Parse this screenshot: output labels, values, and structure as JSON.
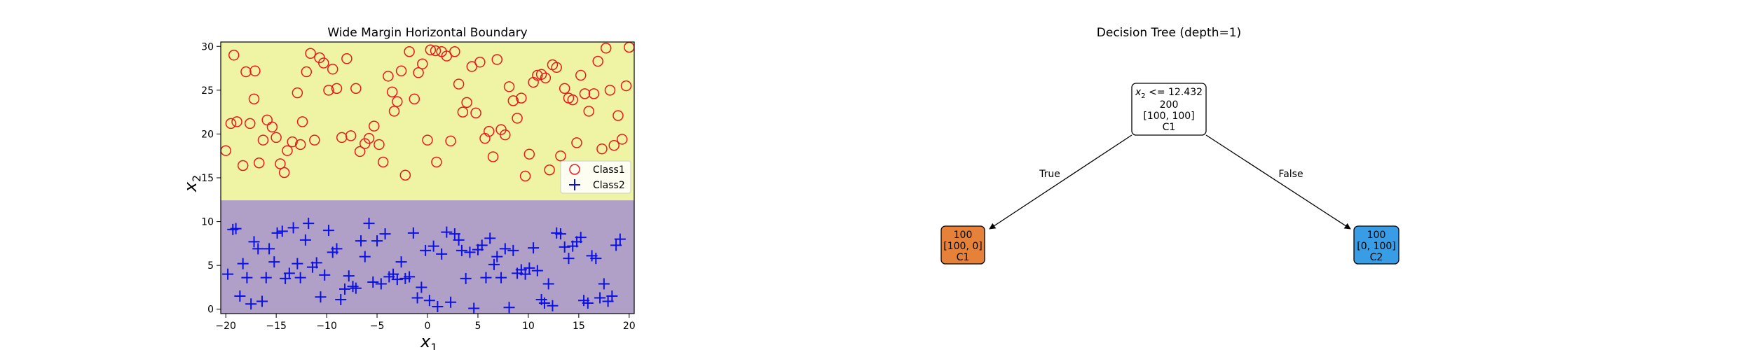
{
  "chart_data": [
    {
      "type": "scatter",
      "title": "Wide Margin Horizontal Boundary",
      "xlabel_main": "x",
      "xlabel_sub": "1",
      "ylabel_main": "x",
      "ylabel_sub": "2",
      "xlim": [
        -20.5,
        20.5
      ],
      "ylim": [
        -0.5,
        30.5
      ],
      "xticks": [
        -20,
        -15,
        -10,
        -5,
        0,
        5,
        10,
        15,
        20
      ],
      "yticks": [
        0,
        5,
        10,
        15,
        20,
        25,
        30
      ],
      "decision_boundary_y": 12.432,
      "region_colors": {
        "upper": "#eef4a4",
        "lower": "#b09fc6"
      },
      "legend_position": "center-right",
      "series": [
        {
          "name": "Class1",
          "marker": "circle-open",
          "color": "#e8191c",
          "points": [
            [
              -19.2,
              29.0
            ],
            [
              -18.9,
              21.4
            ],
            [
              -18.3,
              16.4
            ],
            [
              -18.0,
              27.1
            ],
            [
              -17.6,
              21.2
            ],
            [
              -17.1,
              27.2
            ],
            [
              -16.7,
              16.7
            ],
            [
              -16.3,
              19.3
            ],
            [
              -15.9,
              21.6
            ],
            [
              -15.4,
              20.8
            ],
            [
              -15.0,
              19.6
            ],
            [
              -14.6,
              16.6
            ],
            [
              -14.2,
              15.6
            ],
            [
              -13.9,
              18.1
            ],
            [
              -13.4,
              19.1
            ],
            [
              -12.9,
              24.7
            ],
            [
              -12.4,
              21.4
            ],
            [
              -12.0,
              27.1
            ],
            [
              -11.6,
              29.2
            ],
            [
              -11.2,
              19.3
            ],
            [
              -10.7,
              28.7
            ],
            [
              -10.3,
              28.1
            ],
            [
              -9.8,
              25.0
            ],
            [
              -9.4,
              27.4
            ],
            [
              -9.0,
              25.2
            ],
            [
              -8.5,
              19.6
            ],
            [
              -8.0,
              28.6
            ],
            [
              -7.6,
              19.8
            ],
            [
              -7.1,
              25.2
            ],
            [
              -6.7,
              18.0
            ],
            [
              -6.2,
              18.9
            ],
            [
              -5.8,
              19.5
            ],
            [
              -5.3,
              20.9
            ],
            [
              -4.8,
              18.8
            ],
            [
              -4.4,
              16.8
            ],
            [
              -3.9,
              26.6
            ],
            [
              -3.5,
              24.8
            ],
            [
              -3.0,
              23.7
            ],
            [
              -2.6,
              27.2
            ],
            [
              -2.2,
              15.3
            ],
            [
              -1.8,
              29.4
            ],
            [
              -1.3,
              24.0
            ],
            [
              -0.9,
              27.0
            ],
            [
              -0.5,
              28.0
            ],
            [
              0.0,
              19.3
            ],
            [
              0.3,
              29.6
            ],
            [
              0.8,
              29.5
            ],
            [
              0.9,
              16.8
            ],
            [
              1.4,
              29.4
            ],
            [
              1.9,
              28.9
            ],
            [
              2.3,
              19.2
            ],
            [
              2.7,
              29.4
            ],
            [
              3.1,
              25.7
            ],
            [
              3.5,
              22.5
            ],
            [
              3.9,
              23.6
            ],
            [
              4.4,
              27.7
            ],
            [
              4.8,
              22.4
            ],
            [
              5.2,
              28.2
            ],
            [
              5.7,
              19.5
            ],
            [
              6.1,
              20.3
            ],
            [
              6.5,
              17.4
            ],
            [
              6.9,
              28.5
            ],
            [
              7.3,
              20.5
            ],
            [
              7.7,
              19.9
            ],
            [
              8.1,
              25.4
            ],
            [
              8.5,
              23.8
            ],
            [
              8.9,
              21.8
            ],
            [
              9.3,
              24.1
            ],
            [
              9.7,
              15.2
            ],
            [
              10.1,
              17.7
            ],
            [
              10.5,
              25.9
            ],
            [
              10.9,
              26.7
            ],
            [
              11.3,
              26.8
            ],
            [
              11.7,
              26.4
            ],
            [
              12.1,
              15.9
            ],
            [
              12.4,
              27.9
            ],
            [
              12.8,
              27.6
            ],
            [
              13.2,
              17.5
            ],
            [
              13.6,
              25.2
            ],
            [
              14.0,
              24.1
            ],
            [
              14.4,
              23.9
            ],
            [
              14.8,
              19.0
            ],
            [
              15.2,
              26.7
            ],
            [
              15.6,
              24.6
            ],
            [
              16.0,
              22.6
            ],
            [
              16.5,
              24.6
            ],
            [
              16.9,
              28.3
            ],
            [
              17.3,
              18.3
            ],
            [
              17.7,
              29.8
            ],
            [
              18.1,
              25.0
            ],
            [
              18.5,
              18.7
            ],
            [
              18.9,
              22.1
            ],
            [
              19.3,
              19.4
            ],
            [
              19.7,
              25.5
            ],
            [
              20.0,
              29.9
            ],
            [
              -20.0,
              18.1
            ],
            [
              -19.5,
              21.2
            ],
            [
              -17.2,
              24.0
            ],
            [
              -12.6,
              18.8
            ],
            [
              -3.3,
              22.6
            ]
          ]
        },
        {
          "name": "Class2",
          "marker": "plus",
          "color": "#0a10e6",
          "points": [
            [
              -19.8,
              4.0
            ],
            [
              -19.3,
              9.1
            ],
            [
              -19.0,
              9.2
            ],
            [
              -18.6,
              1.5
            ],
            [
              -18.3,
              5.2
            ],
            [
              -17.9,
              3.6
            ],
            [
              -17.5,
              0.6
            ],
            [
              -17.2,
              7.7
            ],
            [
              -16.8,
              6.9
            ],
            [
              -16.4,
              0.9
            ],
            [
              -16.0,
              3.6
            ],
            [
              -15.7,
              6.9
            ],
            [
              -15.2,
              5.4
            ],
            [
              -14.9,
              8.7
            ],
            [
              -14.4,
              8.9
            ],
            [
              -14.1,
              3.5
            ],
            [
              -13.7,
              4.1
            ],
            [
              -13.3,
              9.3
            ],
            [
              -12.9,
              5.2
            ],
            [
              -12.6,
              3.6
            ],
            [
              -12.1,
              7.9
            ],
            [
              -11.8,
              9.8
            ],
            [
              -11.4,
              4.8
            ],
            [
              -11.0,
              5.3
            ],
            [
              -10.6,
              1.4
            ],
            [
              -10.2,
              3.9
            ],
            [
              -9.8,
              9.0
            ],
            [
              -9.4,
              6.5
            ],
            [
              -9.0,
              6.9
            ],
            [
              -8.6,
              1.1
            ],
            [
              -8.2,
              2.3
            ],
            [
              -7.8,
              3.8
            ],
            [
              -7.4,
              2.6
            ],
            [
              -7.1,
              2.4
            ],
            [
              -6.6,
              7.8
            ],
            [
              -6.2,
              6.0
            ],
            [
              -5.8,
              9.8
            ],
            [
              -5.4,
              3.1
            ],
            [
              -5.0,
              7.8
            ],
            [
              -4.6,
              2.9
            ],
            [
              -4.2,
              8.6
            ],
            [
              -3.8,
              3.7
            ],
            [
              -3.4,
              4.0
            ],
            [
              -3.0,
              3.4
            ],
            [
              -2.6,
              5.4
            ],
            [
              -2.2,
              3.5
            ],
            [
              -1.8,
              3.7
            ],
            [
              -1.4,
              8.7
            ],
            [
              -1.0,
              1.3
            ],
            [
              -0.6,
              2.5
            ],
            [
              -0.2,
              6.7
            ],
            [
              0.2,
              1.0
            ],
            [
              0.6,
              7.2
            ],
            [
              1.0,
              0.3
            ],
            [
              1.4,
              6.3
            ],
            [
              1.9,
              8.8
            ],
            [
              2.3,
              0.8
            ],
            [
              2.7,
              8.6
            ],
            [
              3.1,
              7.9
            ],
            [
              3.4,
              6.7
            ],
            [
              3.8,
              3.5
            ],
            [
              4.2,
              6.5
            ],
            [
              4.6,
              0.1
            ],
            [
              5.0,
              6.8
            ],
            [
              5.4,
              7.3
            ],
            [
              5.8,
              3.6
            ],
            [
              6.2,
              8.1
            ],
            [
              6.6,
              5.1
            ],
            [
              6.9,
              6.0
            ],
            [
              7.3,
              3.6
            ],
            [
              7.7,
              6.9
            ],
            [
              8.1,
              0.2
            ],
            [
              8.5,
              6.7
            ],
            [
              8.9,
              4.1
            ],
            [
              9.3,
              4.5
            ],
            [
              9.7,
              4.0
            ],
            [
              10.1,
              4.7
            ],
            [
              10.5,
              7.0
            ],
            [
              10.9,
              4.4
            ],
            [
              11.3,
              1.1
            ],
            [
              11.6,
              0.7
            ],
            [
              12.0,
              2.9
            ],
            [
              12.4,
              0.4
            ],
            [
              12.8,
              8.7
            ],
            [
              13.2,
              8.6
            ],
            [
              13.6,
              7.1
            ],
            [
              14.0,
              5.8
            ],
            [
              14.4,
              7.2
            ],
            [
              14.8,
              7.7
            ],
            [
              15.2,
              8.2
            ],
            [
              15.5,
              1.0
            ],
            [
              15.9,
              0.7
            ],
            [
              16.3,
              6.1
            ],
            [
              16.7,
              5.8
            ],
            [
              17.1,
              1.3
            ],
            [
              17.5,
              2.9
            ],
            [
              17.9,
              0.9
            ],
            [
              18.3,
              1.5
            ],
            [
              18.7,
              7.3
            ],
            [
              19.1,
              8.0
            ]
          ]
        }
      ]
    },
    {
      "type": "tree",
      "title": "Decision Tree (depth=1)",
      "root": {
        "lines": [
          "x",
          "2",
          " <= 12.432",
          "200",
          "[100, 100]",
          "C1"
        ]
      },
      "left": {
        "lines": [
          "100",
          "[100, 0]",
          "C1"
        ],
        "color": "#e58139"
      },
      "right": {
        "lines": [
          "100",
          "[0, 100]",
          "C2"
        ],
        "color": "#399de5"
      },
      "edge_labels": {
        "left": "True",
        "right": "False"
      }
    }
  ]
}
